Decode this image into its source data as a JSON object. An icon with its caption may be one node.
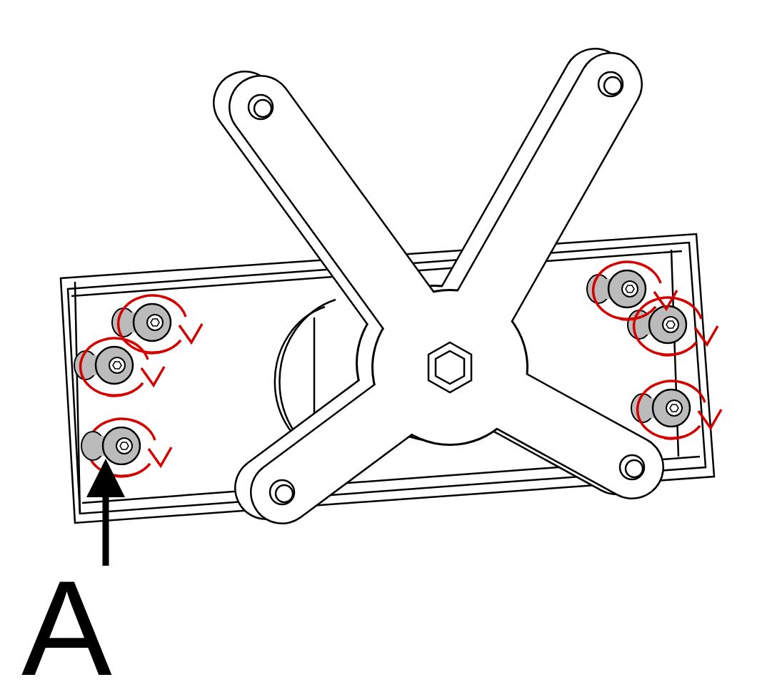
{
  "diagram": {
    "nodes": [
      {
        "text": [
          "A"
        ]
      },
      {
        "text": [],
        "shape": "picture"
      }
    ],
    "edges": [
      {
        "from": 0,
        "to": 1,
        "arrow": "to"
      }
    ]
  }
}
